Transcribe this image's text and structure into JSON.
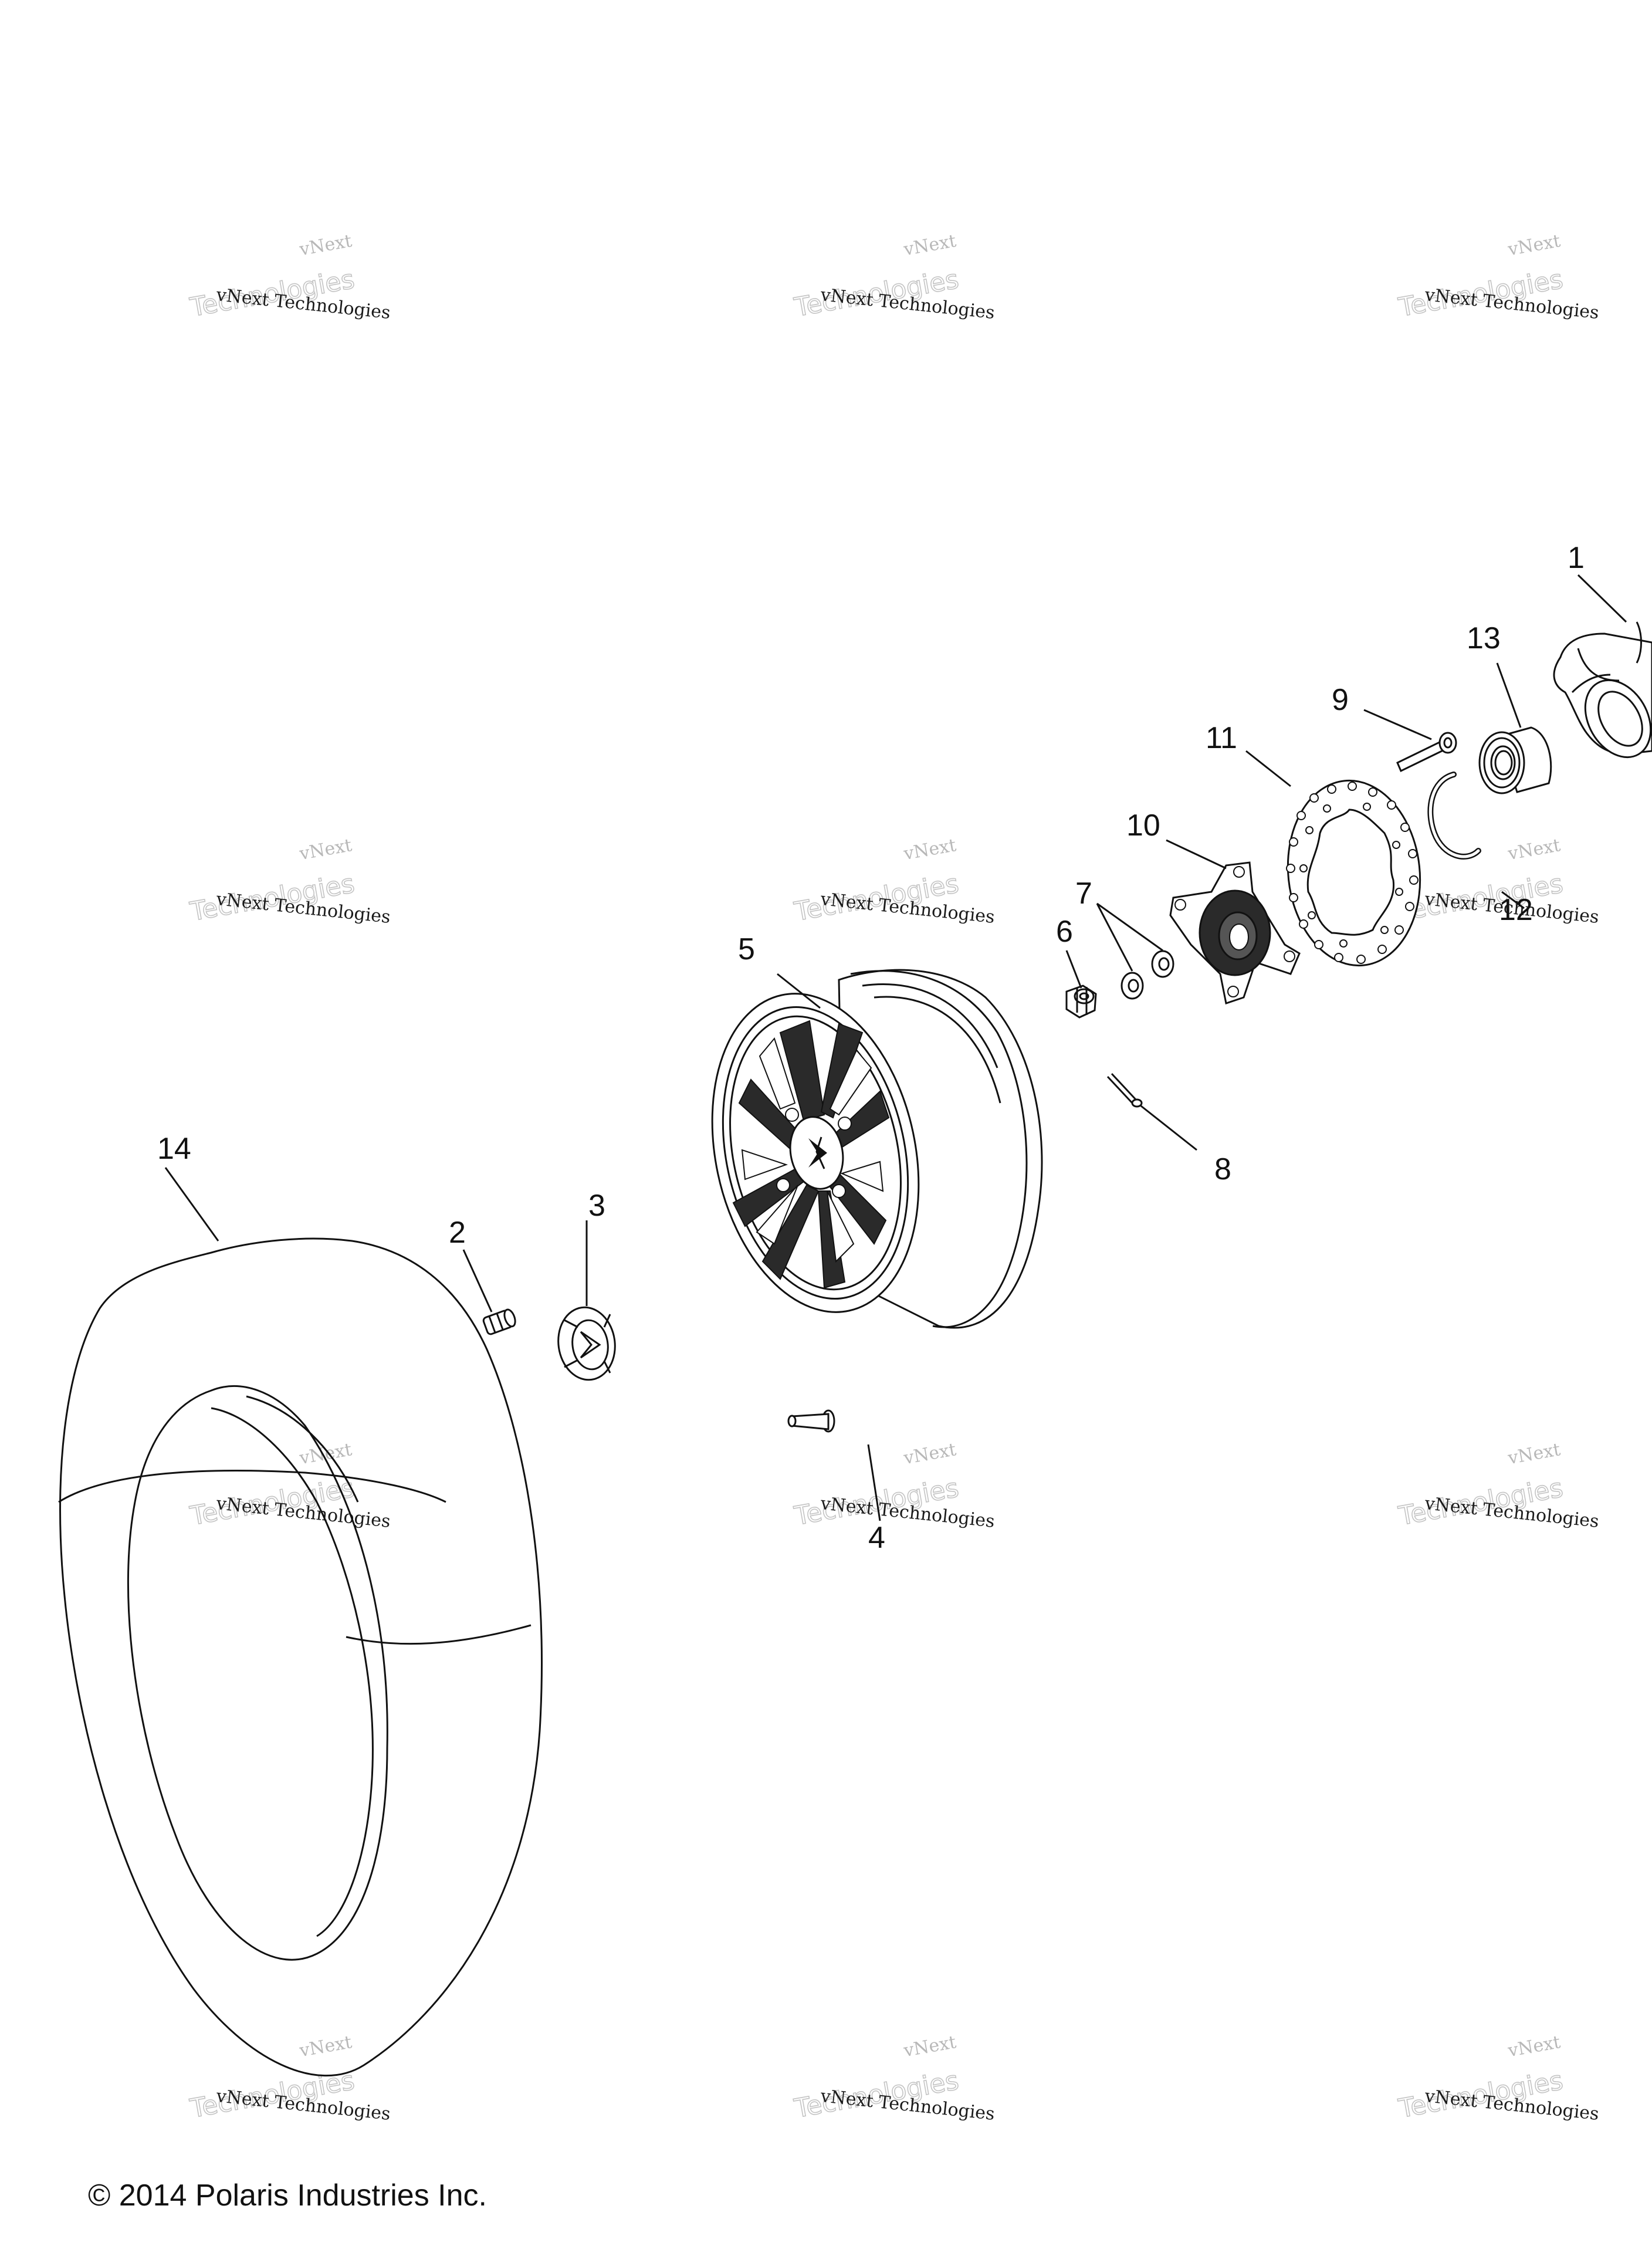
{
  "watermark": {
    "line1": "vNext",
    "line2": "Technologies",
    "caption": "vNext Technologies"
  },
  "callouts": {
    "c1": "1",
    "c2": "2",
    "c3": "3",
    "c4": "4",
    "c5": "5",
    "c6": "6",
    "c7": "7",
    "c8": "8",
    "c9": "9",
    "c10": "10",
    "c11": "11",
    "c12": "12",
    "c13": "13",
    "c14": "14"
  },
  "copyright": "© 2014 Polaris Industries Inc."
}
